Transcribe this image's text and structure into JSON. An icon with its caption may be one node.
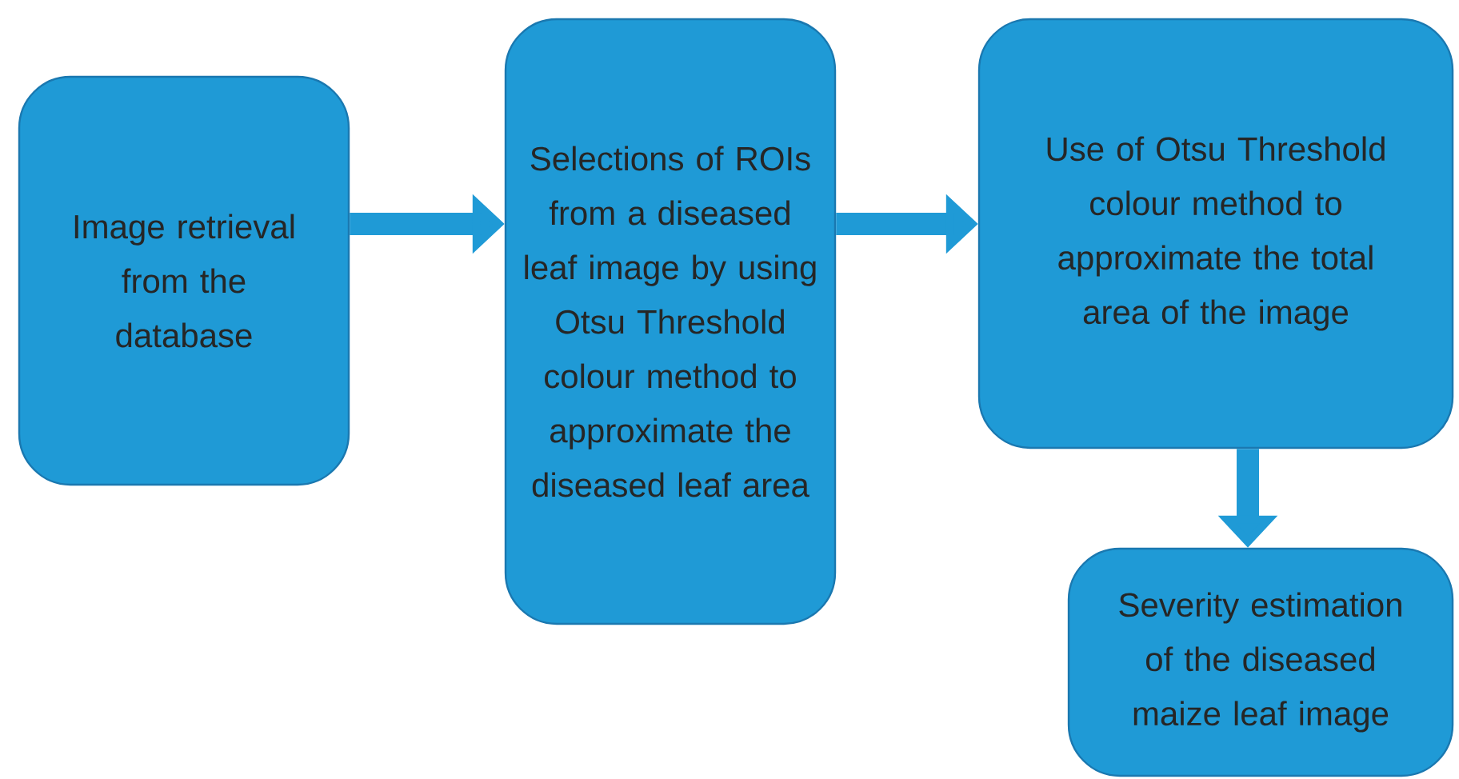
{
  "diagram": {
    "nodes": [
      {
        "text": [
          "Image retrieval from the database"
        ]
      },
      {
        "text": [
          "Selections of ROIs from a diseased leaf image by using Otsu Threshold colour method to approximate the diseased leaf area"
        ]
      },
      {
        "text": [
          "Use of Otsu Threshold colour method to approximate the total area of the image"
        ]
      },
      {
        "text": [
          "Severity estimation of the diseased maize leaf image"
        ]
      }
    ],
    "edges": [
      {
        "from": 0,
        "to": 1,
        "arrow": "to"
      },
      {
        "from": 1,
        "to": 2,
        "arrow": "to"
      },
      {
        "from": 2,
        "to": 3,
        "arrow": "to"
      }
    ]
  }
}
